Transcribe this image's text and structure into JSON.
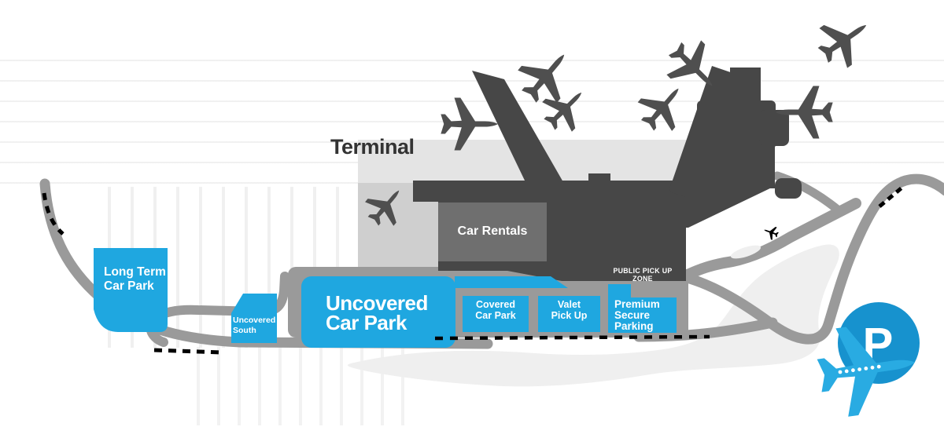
{
  "colors": {
    "blue": "#1FA7E0",
    "dark": "#474747",
    "plane": "#4F4F4F",
    "mid": "#6F6F6F",
    "road": "#9A9A9A",
    "blob": "#EFEFEF",
    "apron": "#E4E4E4",
    "apron2": "#CFCFCF",
    "label-dark": "#333333",
    "dash": "#000000",
    "logo-circle": "#1792CE",
    "logo-plane": "#29ABE2"
  },
  "labels": {
    "terminal": "Terminal",
    "car_rentals": "Car Rentals",
    "public_pickup": "PUBLIC PICK UP ZONE",
    "long_term": {
      "l1": "Long Term",
      "l2": "Car Park"
    },
    "uncovered_south": {
      "l1": "Uncovered",
      "l2": "South"
    },
    "uncovered": {
      "l1": "Uncovered",
      "l2": "Car Park"
    },
    "covered": {
      "l1": "Covered",
      "l2": "Car Park"
    },
    "valet": {
      "l1": "Valet",
      "l2": "Pick Up"
    },
    "premium": {
      "l1": "Premium",
      "l2": "Secure",
      "l3": "Parking"
    }
  },
  "logo": {
    "letter": "P"
  }
}
